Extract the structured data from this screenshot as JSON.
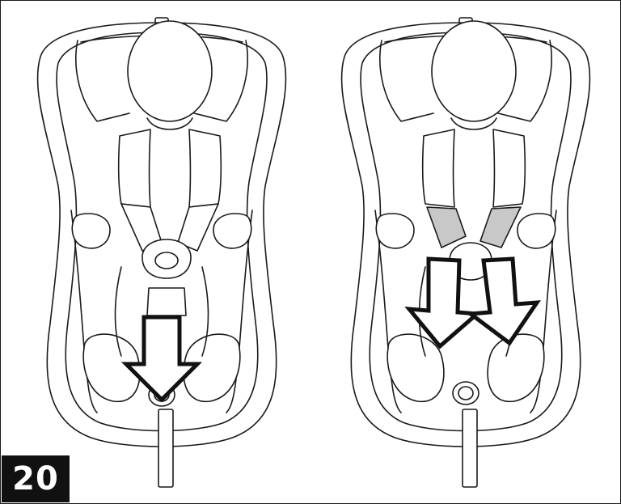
{
  "step": {
    "number": "20"
  },
  "colors": {
    "line": "#1a1a1a",
    "highlight": "#c8c8c8",
    "badge": "#111111",
    "arrow_fill": "#ffffff"
  },
  "panels": [
    {
      "id": "left",
      "shows": "adjuster-button-press"
    },
    {
      "id": "right",
      "shows": "harness-pull-down"
    }
  ]
}
